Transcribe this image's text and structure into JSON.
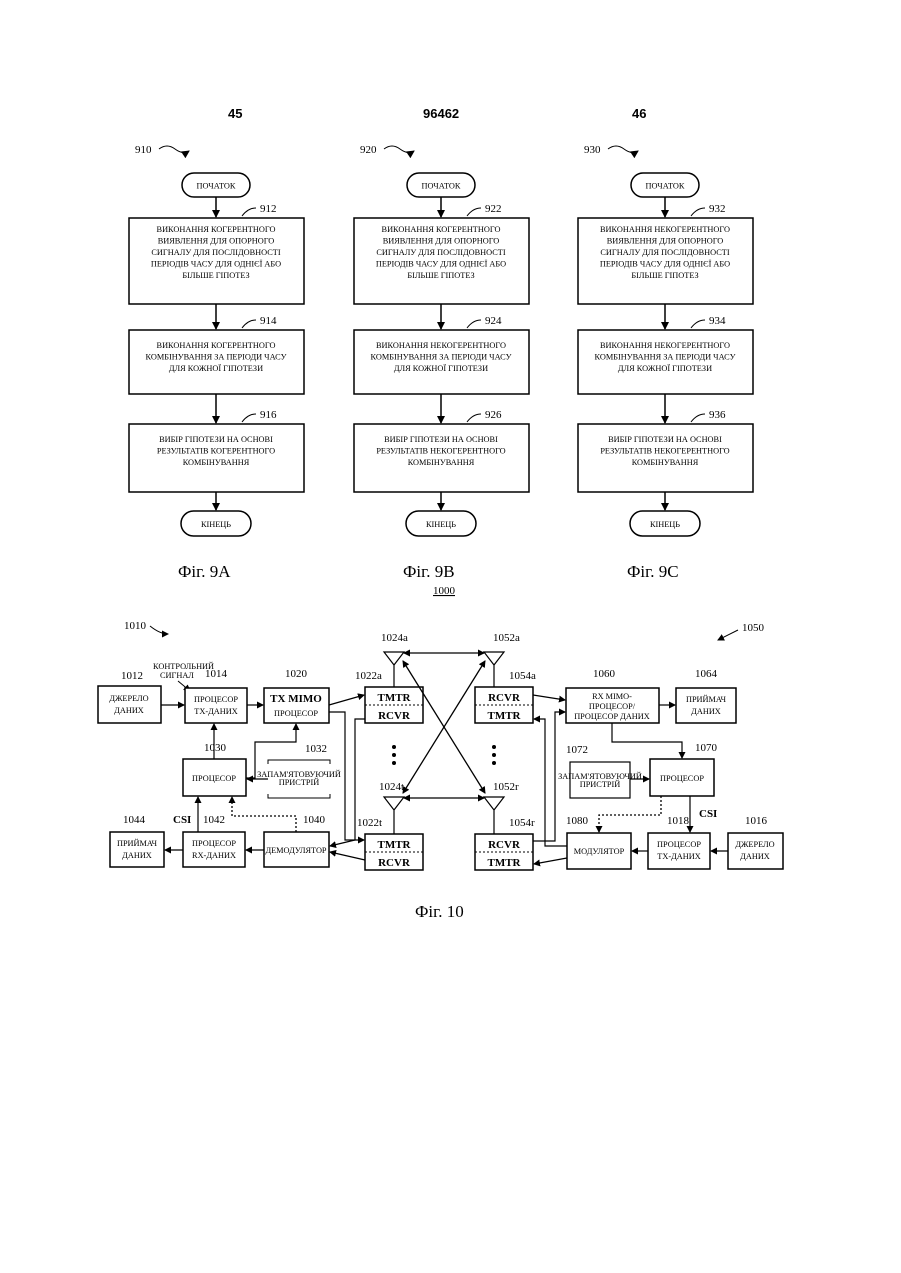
{
  "header": {
    "left": "45",
    "center": "96462",
    "right": "46"
  },
  "fig9": [
    {
      "ref": "910",
      "start": "ПОЧАТОК",
      "end": "КІНЕЦЬ",
      "caption": "Фіг. 9А",
      "steps": [
        {
          "ref": "912",
          "lines": [
            "ВИКОНАННЯ КОГЕРЕНТНОГО",
            "ВИЯВЛЕННЯ ДЛЯ ОПОРНОГО",
            "СИГНАЛУ ДЛЯ ПОСЛІДОВНОСТІ",
            "ПЕРІОДІВ ЧАСУ ДЛЯ ОДНІЄЇ АБО",
            "БІЛЬШЕ ГІПОТЕЗ"
          ]
        },
        {
          "ref": "914",
          "lines": [
            "ВИКОНАННЯ КОГЕРЕНТНОГО",
            "КОМБІНУВАННЯ ЗА ПЕРІОДИ ЧАСУ",
            "ДЛЯ КОЖНОЇ ГІПОТЕЗИ"
          ]
        },
        {
          "ref": "916",
          "lines": [
            "ВИБІР ГІПОТЕЗИ НА ОСНОВІ",
            "РЕЗУЛЬТАТІВ КОГЕРЕНТНОГО",
            "КОМБІНУВАННЯ"
          ]
        }
      ]
    },
    {
      "ref": "920",
      "start": "ПОЧАТОК",
      "end": "КІНЕЦЬ",
      "caption": "Фіг. 9В",
      "steps": [
        {
          "ref": "922",
          "lines": [
            "ВИКОНАННЯ КОГЕРЕНТНОГО",
            "ВИЯВЛЕННЯ ДЛЯ ОПОРНОГО",
            "СИГНАЛУ ДЛЯ ПОСЛІДОВНОСТІ",
            "ПЕРІОДІВ ЧАСУ ДЛЯ ОДНІЄЇ АБО",
            "БІЛЬШЕ ГІПОТЕЗ"
          ]
        },
        {
          "ref": "924",
          "lines": [
            "ВИКОНАННЯ НЕКОГЕРЕНТНОГО",
            "КОМБІНУВАННЯ ЗА ПЕРІОДИ ЧАСУ",
            "ДЛЯ КОЖНОЇ ГІПОТЕЗИ"
          ]
        },
        {
          "ref": "926",
          "lines": [
            "ВИБІР ГІПОТЕЗИ НА ОСНОВІ",
            "РЕЗУЛЬТАТІВ НЕКОГЕРЕНТНОГО",
            "КОМБІНУВАННЯ"
          ]
        }
      ]
    },
    {
      "ref": "930",
      "start": "ПОЧАТОК",
      "end": "КІНЕЦЬ",
      "caption": "Фіг. 9С",
      "steps": [
        {
          "ref": "932",
          "lines": [
            "ВИКОНАННЯ НЕКОГЕРЕНТНОГО",
            "ВИЯВЛЕННЯ ДЛЯ ОПОРНОГО",
            "СИГНАЛУ ДЛЯ ПОСЛІДОВНОСТІ",
            "ПЕРІОДІВ ЧАСУ ДЛЯ ОДНІЄЇ АБО",
            "БІЛЬШЕ ГІПОТЕЗ"
          ]
        },
        {
          "ref": "934",
          "lines": [
            "ВИКОНАННЯ НЕКОГЕРЕНТНОГО",
            "КОМБІНУВАННЯ ЗА ПЕРІОДИ ЧАСУ",
            "ДЛЯ КОЖНОЇ ГІПОТЕЗИ"
          ]
        },
        {
          "ref": "936",
          "lines": [
            "ВИБІР ГІПОТЕЗИ НА ОСНОВІ",
            "РЕЗУЛЬТАТІВ НЕКОГЕРЕНТНОГО",
            "КОМБІНУВАННЯ"
          ]
        }
      ]
    }
  ],
  "fig10": {
    "label": "1000",
    "caption": "Фіг. 10",
    "refs": {
      "left_system": "1010",
      "right_system": "1050",
      "data_source_left": "1012",
      "tx_data_proc_left": "1014",
      "tx_mimo": "1020",
      "tmtr_a_left": "1022a",
      "antenna_1024a": "1024a",
      "antenna_1024t": "1024t",
      "tmtr_t_left": "1022t",
      "processor_left": "1030",
      "memory_left": "1032",
      "data_sink_left": "1044",
      "rx_data_proc_left": "1042",
      "demod": "1040",
      "antenna_1052a": "1052a",
      "antenna_1052r": "1052r",
      "rcvr_a_right": "1054a",
      "rcvr_r_right": "1054r",
      "rx_mimo": "1060",
      "data_sink_right": "1064",
      "memory_right": "1072",
      "processor_right": "1070",
      "modulator": "1080",
      "tx_data_proc_right": "1018",
      "data_source_right": "1016"
    },
    "labels": {
      "control_signal": [
        "КОНТРОЛЬНИЙ",
        "СИГНАЛ"
      ],
      "data_source": [
        "ДЖЕРЕЛО",
        "ДАНИХ"
      ],
      "tx_data_proc": [
        "ПРОЦЕСОР",
        "ТХ-ДАНИХ"
      ],
      "tx_mimo": [
        "TX MIMO",
        "ПРОЦЕСОР"
      ],
      "tmtr": "TMTR",
      "rcvr": "RCVR",
      "processor": "ПРОЦЕСОР",
      "memory": [
        "ЗАПАМ'ЯТОВУЮЧИЙ",
        "ПРИСТРІЙ"
      ],
      "data_sink": [
        "ПРИЙМАЧ",
        "ДАНИХ"
      ],
      "rx_data_proc": [
        "ПРОЦЕСОР",
        "RX-ДАНИХ"
      ],
      "demod": "ДЕМОДУЛЯТОР",
      "rx_mimo": [
        "RX MIMO-",
        "ПРОЦЕСОР/",
        "ПРОЦЕСОР ДАНИХ"
      ],
      "modulator": "МОДУЛЯТОР",
      "csi": "CSI"
    }
  }
}
